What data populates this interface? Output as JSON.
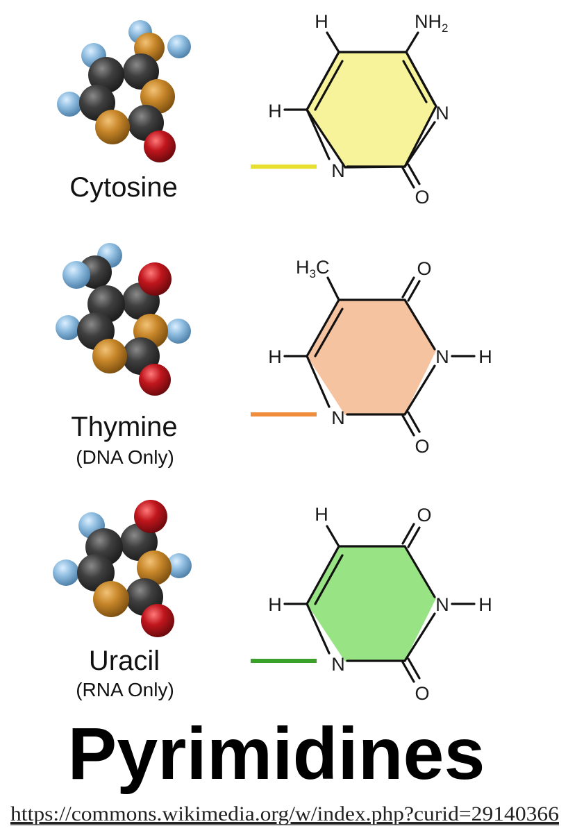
{
  "title": "Pyrimidines",
  "source_url": "https://commons.wikimedia.org/w/index.php?curid=29140366",
  "colors": {
    "carbon": "#3a3a3a",
    "nitrogen": "#c8872a",
    "hydrogen": "#8fbde0",
    "oxygen": "#c0161d"
  },
  "molecules": [
    {
      "name": "Cytosine",
      "note": "",
      "ring_fill": "#f7f39a",
      "link_color": "#e8e030",
      "atoms": {
        "top_left": "H",
        "top_right_group": "NH",
        "top_right_sub": "2",
        "right_ring": "N",
        "bottom_ring": "N",
        "left": "H",
        "bottom_right": "O"
      }
    },
    {
      "name": "Thymine",
      "note": "(DNA Only)",
      "ring_fill": "#f6c3a0",
      "link_color": "#ef8d3c",
      "atoms": {
        "methyl_h": "H",
        "methyl_sub": "3",
        "methyl_c": "C",
        "top_right": "O",
        "right_ring": "N",
        "right_h": "H",
        "bottom_ring": "N",
        "left": "H",
        "bottom_right": "O"
      }
    },
    {
      "name": "Uracil",
      "note": "(RNA Only)",
      "ring_fill": "#98e383",
      "link_color": "#3aa02a",
      "atoms": {
        "top_left": "H",
        "top_right": "O",
        "right_ring": "N",
        "right_h": "H",
        "bottom_ring": "N",
        "left": "H",
        "bottom_right": "O"
      }
    }
  ]
}
